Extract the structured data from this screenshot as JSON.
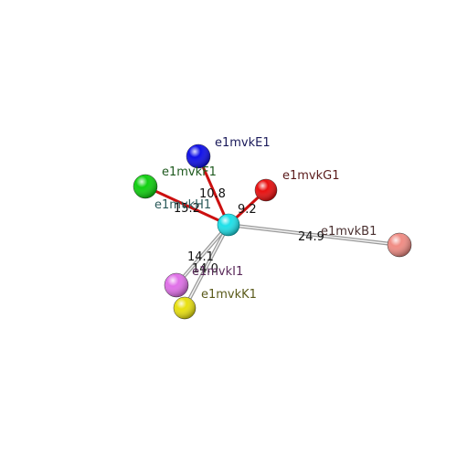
{
  "center": {
    "label": "",
    "color": "#1fe0e8"
  },
  "nodes": [
    {
      "id": "n-b1",
      "label": "e1mvkB1",
      "color": "#f08c84",
      "label_color": "#4a3030",
      "distance": "24.9",
      "bond": "gray"
    },
    {
      "id": "n-e1",
      "label": "e1mvkE1",
      "color": "#1010e8",
      "label_color": "#1a1a5a",
      "distance": "10.8",
      "bond": "red"
    },
    {
      "id": "n-f1",
      "label": "e1mvkF1",
      "color": "#10d010",
      "label_color": "#1f5a1f",
      "distance": "15.2",
      "bond": "red"
    },
    {
      "id": "n-g1",
      "label": "e1mvkG1",
      "color": "#e81010",
      "label_color": "#5a1a1a",
      "distance": "9.2",
      "bond": "red"
    },
    {
      "id": "n-h1",
      "label": "e1mvkH1",
      "color": "#20c0c0",
      "label_color": "#2a5a5a",
      "distance": "",
      "bond": "none"
    },
    {
      "id": "n-i1",
      "label": "e1mvkI1",
      "color": "#e070e8",
      "label_color": "#5a2a5a",
      "distance": "14.1",
      "bond": "gray"
    },
    {
      "id": "n-k1",
      "label": "e1mvkK1",
      "color": "#e8e010",
      "label_color": "#5a5a1a",
      "distance": "14.0",
      "bond": "gray"
    }
  ]
}
